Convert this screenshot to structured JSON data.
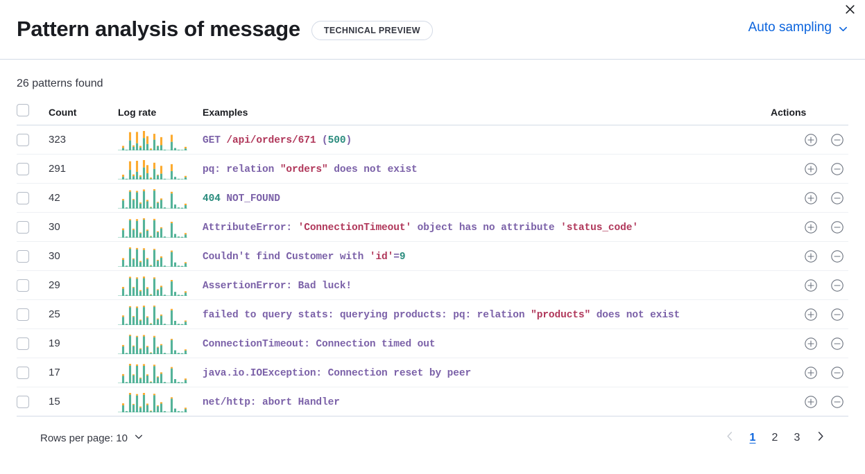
{
  "header": {
    "title": "Pattern analysis of message",
    "badge": "TECHNICAL PREVIEW",
    "sampling_label": "Auto sampling",
    "sampling_icon": "chevron-down-icon",
    "close_icon": "close-icon"
  },
  "summary": {
    "patterns_found": "26 patterns found"
  },
  "table": {
    "columns": {
      "select": "",
      "count": "Count",
      "log_rate": "Log rate",
      "examples": "Examples",
      "actions": "Actions"
    },
    "action_icons": {
      "include": "plus-in-circle-icon",
      "exclude": "minus-in-circle-icon"
    },
    "rows": [
      {
        "count": "323",
        "example_plain": "GET /api/orders/671 (500)",
        "example_html": "GET <span class=\"s-str\">/api/orders/671</span> (<span class=\"s-num\">500</span>)",
        "log_rate": {
          "teal": [
            0,
            10,
            3,
            42,
            15,
            30,
            12,
            52,
            27,
            2,
            45,
            18,
            22,
            3,
            0,
            36,
            10,
            3,
            2,
            8
          ],
          "orange": [
            0,
            9,
            0,
            35,
            6,
            48,
            7,
            30,
            33,
            6,
            25,
            2,
            34,
            0,
            0,
            30,
            0,
            0,
            0,
            7
          ]
        }
      },
      {
        "count": "291",
        "example_plain": "pq: relation \"orders\" does not exist",
        "example_html": "pq: relation <span class=\"s-str\">\"orders\"</span> does not exist",
        "log_rate": {
          "teal": [
            0,
            11,
            3,
            40,
            14,
            32,
            11,
            50,
            26,
            3,
            44,
            17,
            24,
            3,
            0,
            35,
            11,
            3,
            2,
            9
          ],
          "orange": [
            0,
            9,
            0,
            36,
            7,
            46,
            6,
            31,
            34,
            5,
            26,
            3,
            33,
            0,
            0,
            29,
            0,
            0,
            0,
            6
          ]
        }
      },
      {
        "count": "42",
        "example_plain": "404 NOT_FOUND",
        "example_html": "<span class=\"s-num\">404</span> NOT_FOUND",
        "log_rate": {
          "teal": [
            0,
            28,
            4,
            58,
            30,
            56,
            17,
            60,
            25,
            4,
            62,
            20,
            30,
            4,
            0,
            52,
            14,
            4,
            3,
            12
          ],
          "orange": [
            0,
            5,
            0,
            5,
            3,
            5,
            4,
            6,
            5,
            2,
            5,
            3,
            5,
            0,
            0,
            6,
            0,
            0,
            0,
            5
          ]
        }
      },
      {
        "count": "30",
        "example_plain": "AttributeError: 'ConnectionTimeout' object has no attribute 'status_code'",
        "example_html": "AttributeError: <span class=\"s-str\">'ConnectionTimeout'</span> object has no attribute <span class=\"s-str\">'status_code'</span>",
        "log_rate": {
          "teal": [
            0,
            26,
            4,
            60,
            27,
            58,
            15,
            62,
            24,
            4,
            60,
            19,
            32,
            4,
            0,
            50,
            13,
            4,
            3,
            11
          ],
          "orange": [
            0,
            6,
            0,
            4,
            4,
            6,
            3,
            5,
            4,
            2,
            5,
            3,
            4,
            0,
            0,
            5,
            0,
            0,
            0,
            5
          ]
        }
      },
      {
        "count": "30",
        "example_plain": "Couldn't find Customer with 'id'=9",
        "example_html": "Couldn't find Customer with <span class=\"s-str\">'id'</span>=<span class=\"s-num\">9</span>",
        "log_rate": {
          "teal": [
            0,
            24,
            4,
            62,
            26,
            60,
            16,
            58,
            26,
            4,
            58,
            21,
            31,
            4,
            0,
            51,
            15,
            4,
            3,
            12
          ],
          "orange": [
            0,
            6,
            0,
            5,
            3,
            5,
            4,
            6,
            4,
            2,
            4,
            3,
            5,
            0,
            0,
            5,
            0,
            0,
            0,
            4
          ]
        }
      },
      {
        "count": "29",
        "example_plain": "AssertionError: Bad luck!",
        "example_html": "AssertionError: Bad luck!",
        "log_rate": {
          "teal": [
            0,
            25,
            4,
            61,
            28,
            59,
            16,
            61,
            25,
            4,
            59,
            20,
            30,
            4,
            0,
            50,
            14,
            4,
            3,
            11
          ],
          "orange": [
            0,
            6,
            0,
            5,
            3,
            5,
            4,
            6,
            5,
            2,
            5,
            3,
            5,
            0,
            0,
            5,
            0,
            0,
            0,
            5
          ]
        }
      },
      {
        "count": "25",
        "example_plain": "failed to query stats: querying products: pq: relation \"products\" does not exist",
        "example_html": "failed to query stats: querying products: pq: relation <span class=\"s-str\">\"products\"</span> does not exist",
        "log_rate": {
          "teal": [
            0,
            27,
            4,
            59,
            27,
            57,
            15,
            60,
            25,
            4,
            61,
            19,
            31,
            4,
            0,
            49,
            14,
            4,
            3,
            11
          ],
          "orange": [
            0,
            5,
            0,
            4,
            3,
            5,
            3,
            5,
            4,
            2,
            4,
            3,
            4,
            0,
            0,
            5,
            0,
            0,
            0,
            4
          ]
        }
      },
      {
        "count": "19",
        "example_plain": "ConnectionTimeout: Connection timed out",
        "example_html": "ConnectionTimeout: Connection timed out",
        "log_rate": {
          "teal": [
            0,
            26,
            4,
            62,
            26,
            58,
            17,
            60,
            24,
            4,
            57,
            22,
            30,
            4,
            0,
            48,
            13,
            4,
            3,
            12
          ],
          "orange": [
            0,
            5,
            0,
            4,
            3,
            4,
            3,
            5,
            4,
            2,
            5,
            3,
            4,
            0,
            0,
            4,
            0,
            0,
            0,
            4
          ]
        }
      },
      {
        "count": "17",
        "example_plain": "java.io.IOException: Connection reset by peer",
        "example_html": "java.io.IOException: Connection reset by peer",
        "log_rate": {
          "teal": [
            0,
            25,
            4,
            60,
            27,
            59,
            16,
            59,
            26,
            4,
            58,
            20,
            32,
            4,
            0,
            50,
            14,
            4,
            3,
            11
          ],
          "orange": [
            0,
            6,
            0,
            6,
            3,
            5,
            3,
            6,
            4,
            2,
            5,
            3,
            5,
            0,
            0,
            5,
            0,
            0,
            0,
            5
          ]
        }
      },
      {
        "count": "15",
        "example_plain": "net/http: abort Handler",
        "example_html": "net/http: abort Handler",
        "log_rate": {
          "teal": [
            0,
            24,
            4,
            61,
            26,
            58,
            16,
            60,
            25,
            4,
            59,
            21,
            30,
            4,
            0,
            47,
            13,
            4,
            3,
            11
          ],
          "orange": [
            0,
            7,
            0,
            6,
            3,
            5,
            4,
            7,
            5,
            2,
            5,
            3,
            5,
            0,
            0,
            5,
            0,
            0,
            0,
            5
          ]
        }
      }
    ]
  },
  "footer": {
    "rows_per_page_label": "Rows per page: 10",
    "rows_per_page_icon": "chevron-down-icon",
    "prev_icon": "chevron-left-icon",
    "next_icon": "chevron-right-icon",
    "pages": [
      "1",
      "2",
      "3"
    ],
    "active_page": "1"
  },
  "colors": {
    "accent_blue": "#0b64dd",
    "bar_teal": "#54b399",
    "bar_orange": "#fcab30",
    "text_purple": "#7B61A8",
    "text_crimson": "#B0375A",
    "text_green": "#2B8C7E"
  }
}
